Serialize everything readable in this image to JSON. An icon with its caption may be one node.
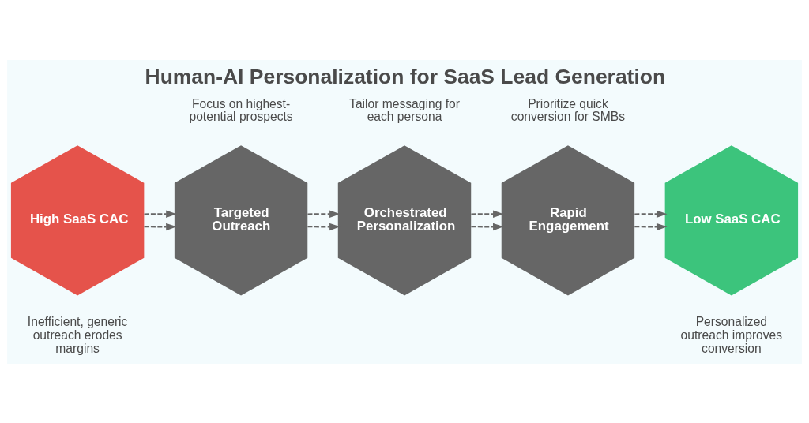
{
  "diagram": {
    "title": "Human-AI Personalization for SaaS Lead Generation",
    "nodes": [
      {
        "text": [
          "High SaaS CAC"
        ],
        "beside": [
          "Inefficient, generic outreach erodes margins"
        ]
      },
      {
        "text": [
          "Targeted Outreach"
        ],
        "beside": [
          "Focus on highest-potential prospects"
        ]
      },
      {
        "text": [
          "Orchestrated Personalization"
        ],
        "beside": [
          "Tailor messaging for each persona"
        ]
      },
      {
        "text": [
          "Rapid Engagement"
        ],
        "beside": [
          "Prioritize quick conversion for SMBs"
        ]
      },
      {
        "text": [
          "Low SaaS CAC"
        ],
        "beside": [
          "Personalized outreach improves conversion"
        ]
      }
    ],
    "edges": [
      {
        "from": 0,
        "to": 1,
        "arrow": "to",
        "style": "dashed"
      },
      {
        "from": 1,
        "to": 2,
        "arrow": "to",
        "style": "dashed"
      },
      {
        "from": 2,
        "to": 3,
        "arrow": "to",
        "style": "dashed"
      },
      {
        "from": 3,
        "to": 4,
        "arrow": "to",
        "style": "dashed"
      },
      {
        "from": 0,
        "to": 1,
        "arrow": "to",
        "style": "dashed"
      },
      {
        "from": 1,
        "to": 2,
        "arrow": "to",
        "style": "dashed"
      },
      {
        "from": 2,
        "to": 3,
        "arrow": "to",
        "style": "dashed"
      },
      {
        "from": 3,
        "to": 4,
        "arrow": "to",
        "style": "dashed"
      }
    ]
  }
}
